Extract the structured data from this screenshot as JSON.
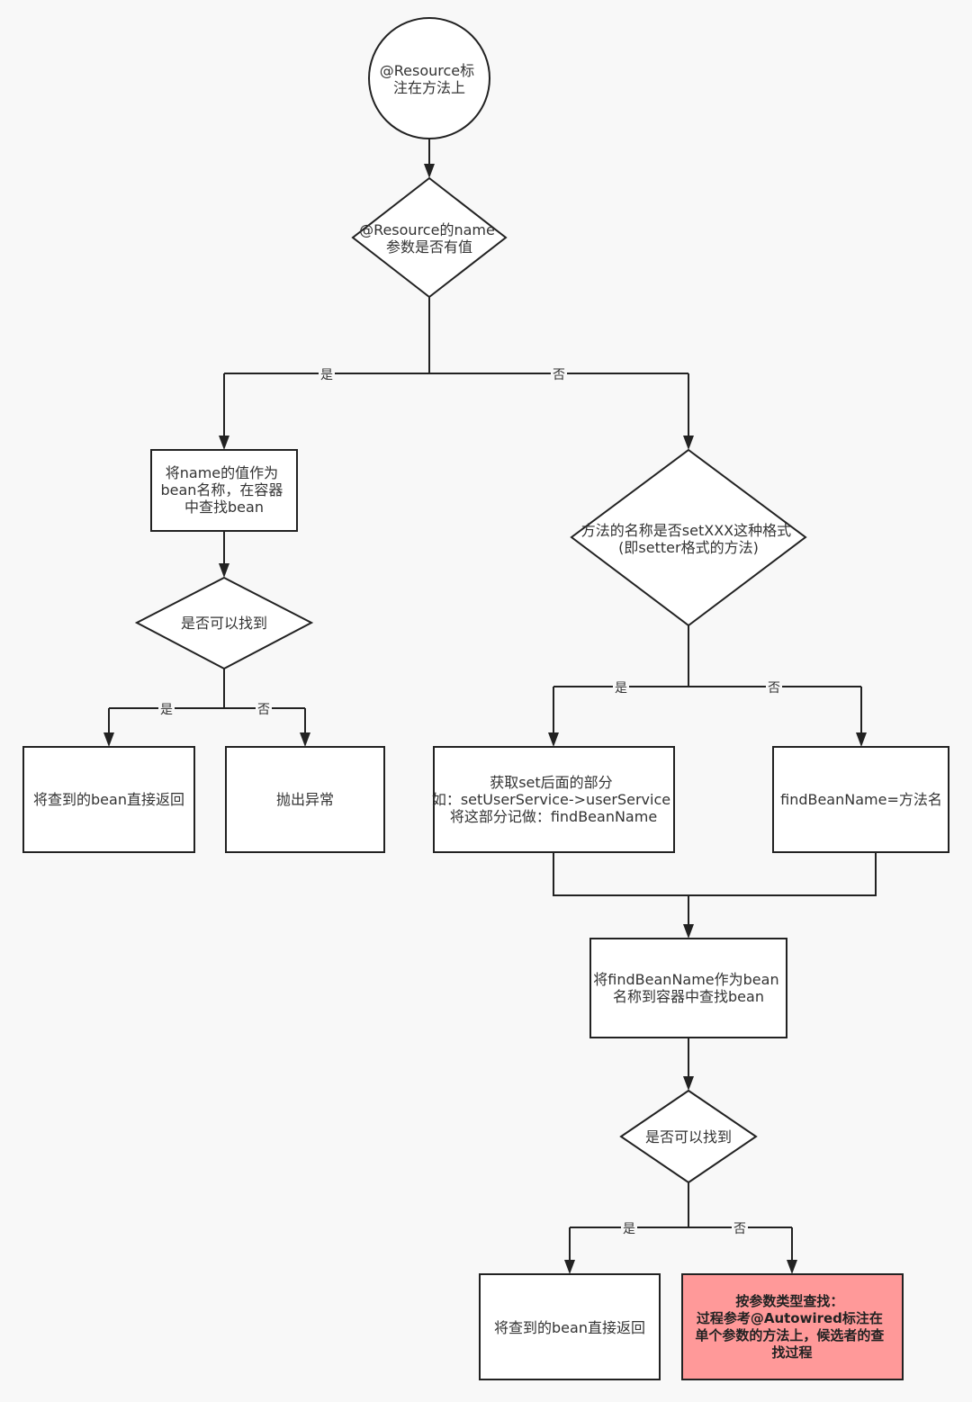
{
  "nodes": {
    "start": [
      "@Resource标",
      "注在方法上"
    ],
    "has_name": [
      "@Resource的name",
      "参数是否有值"
    ],
    "use_name": [
      "将name的值作为",
      "bean名称，在容器",
      "中查找bean"
    ],
    "found_left": [
      "是否可以找到"
    ],
    "return_left": [
      "将查到的bean直接返回"
    ],
    "throw": [
      "抛出异常"
    ],
    "is_setter": [
      "方法的名称是否setXXX这种格式",
      "(即setter格式的方法)"
    ],
    "get_suffix": [
      "获取set后面的部分",
      "如：setUserService->userService",
      "将这部分记做：findBeanName"
    ],
    "method_name": [
      "findBeanName=方法名"
    ],
    "lookup": [
      "将findBeanName作为bean",
      "名称到容器中查找bean"
    ],
    "found_right": [
      "是否可以找到"
    ],
    "return_right": [
      "将查到的bean直接返回"
    ],
    "by_type": [
      "按参数类型查找：",
      "过程参考@Autowired标注在",
      "单个参数的方法上，候选者的查",
      "找过程"
    ]
  },
  "edge_labels": {
    "yes": "是",
    "no": "否"
  },
  "colors": {
    "highlight": "#ff9999"
  }
}
